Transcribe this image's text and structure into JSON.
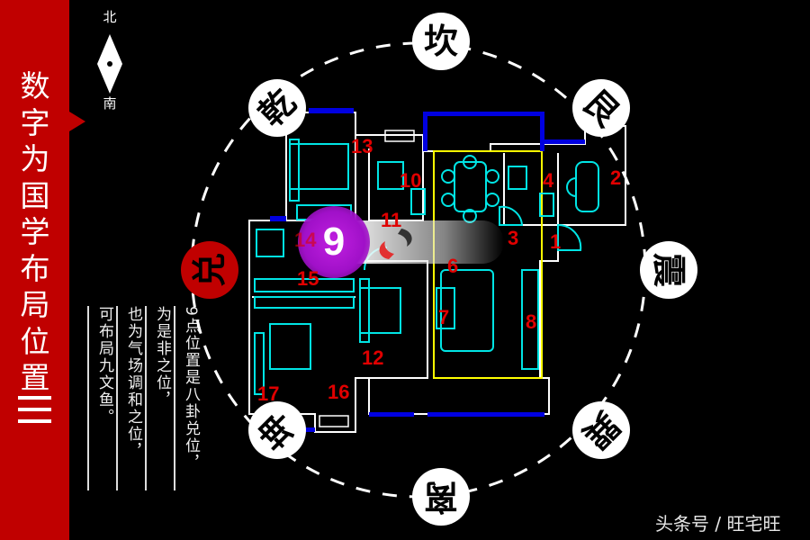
{
  "sidebar": {
    "title_chars": [
      "数",
      "字",
      "为",
      "国",
      "学",
      "布",
      "局",
      "位",
      "置"
    ],
    "menu_icon": "hamburger-menu-icon",
    "color": "#c00000"
  },
  "compass": {
    "north": "北",
    "south": "南",
    "icon": "compass-needle-icon"
  },
  "description": {
    "columns": [
      "9点位置是八卦兑位，",
      "为是非之位，",
      "也为气场调和之位，",
      "可布局九文鱼。"
    ]
  },
  "bagua": {
    "north": "坎",
    "northeast": "艮",
    "east": "震",
    "southeast": "巽",
    "south": "离",
    "southwest": "坤",
    "west": "兑",
    "northwest": "乾",
    "highlight": "兑",
    "highlight_color": "#c00000"
  },
  "floor_plan": {
    "highlight_marker": "9",
    "highlight_marker_color": "#b018d0",
    "decoration": "koi-fish-pair-icon",
    "room_numbers": [
      "1",
      "2",
      "3",
      "4",
      "6",
      "7",
      "8",
      "10",
      "11",
      "12",
      "13",
      "14",
      "15",
      "16",
      "17"
    ]
  },
  "watermark": "头条号 / 旺宅旺"
}
